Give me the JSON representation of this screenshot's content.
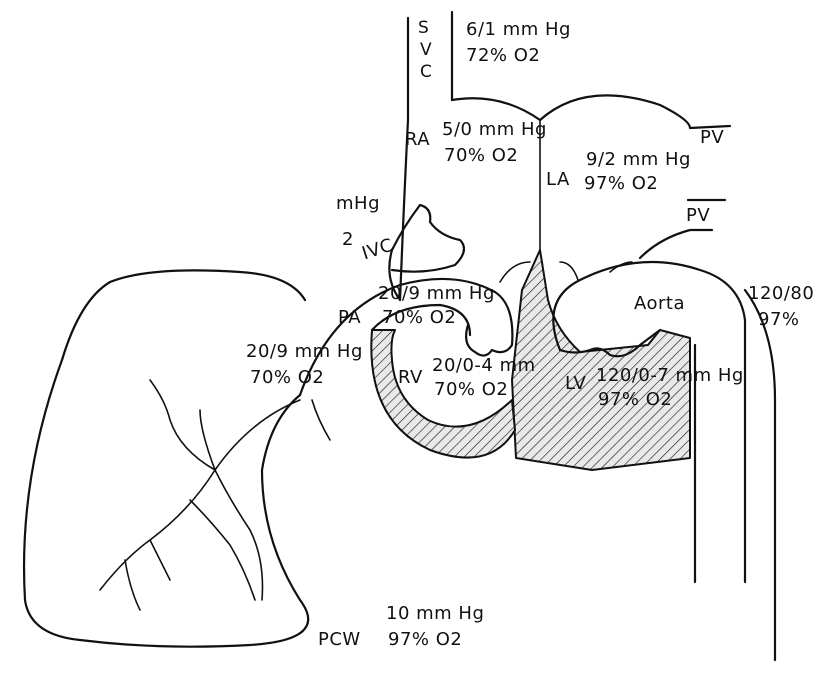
{
  "diagram": {
    "svc": {
      "letters": [
        "S",
        "V",
        "C"
      ],
      "pressure": "6/1 mm Hg",
      "oxygen": "72% O2"
    },
    "ra": {
      "label": "RA",
      "pressure": "5/0 mm Hg",
      "oxygen": "70% O2"
    },
    "la": {
      "label": "LA",
      "pressure": "9/2 mm Hg",
      "oxygen": "97% O2"
    },
    "pv_upper": "PV",
    "pv_lower": "PV",
    "ivc": {
      "label": "IVC",
      "pressure_fragment": "mHg",
      "oxygen_fragment": "2"
    },
    "pa": {
      "label": "PA",
      "pressure": "20/9 mm Hg",
      "oxygen": "70% O2"
    },
    "lung_pa": {
      "pressure": "20/9 mm Hg",
      "oxygen": "70% O2"
    },
    "rv": {
      "label": "RV",
      "pressure": "20/0-4 mm",
      "oxygen": "70% O2"
    },
    "lv": {
      "label": "LV",
      "pressure": "120/0-7 mm Hg",
      "oxygen": "97% O2"
    },
    "aorta": {
      "label": "Aorta",
      "pressure": "120/80",
      "oxygen": "97%"
    },
    "pcw": {
      "label": "PCW",
      "pressure": "10 mm Hg",
      "oxygen": "97% O2"
    }
  }
}
